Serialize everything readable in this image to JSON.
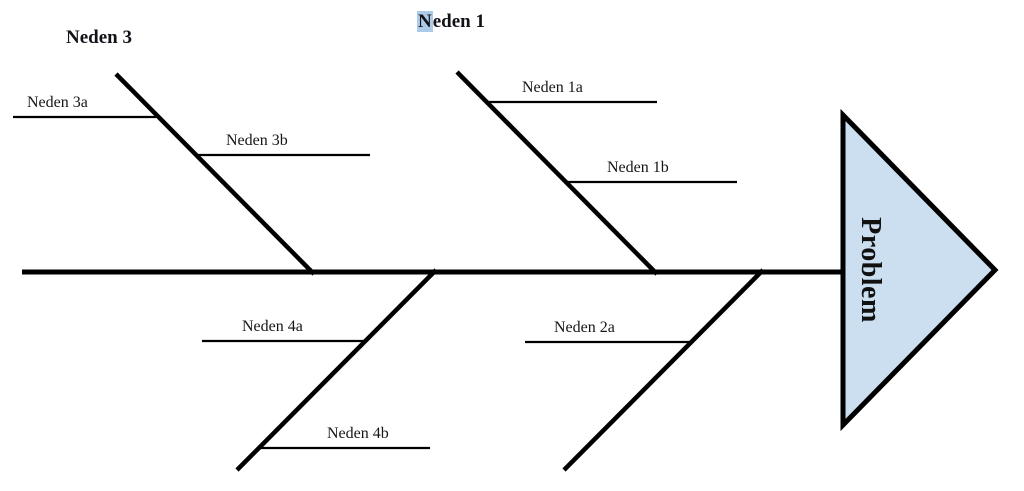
{
  "colors": {
    "line": "#000000",
    "triangle_fill": "#cbdff1",
    "highlight": "#adcbe8"
  },
  "fishbone": {
    "problem_label": "Problem",
    "cause1": {
      "title_first_letter": "N",
      "title_rest": "eden 1",
      "sub": [
        "Neden 1a",
        "Neden 1b"
      ]
    },
    "cause2": {
      "sub": [
        "Neden 2a"
      ]
    },
    "cause3": {
      "title": "Neden 3",
      "sub": [
        "Neden 3a",
        "Neden 3b"
      ]
    },
    "cause4": {
      "sub": [
        "Neden 4a",
        "Neden 4b"
      ]
    }
  }
}
